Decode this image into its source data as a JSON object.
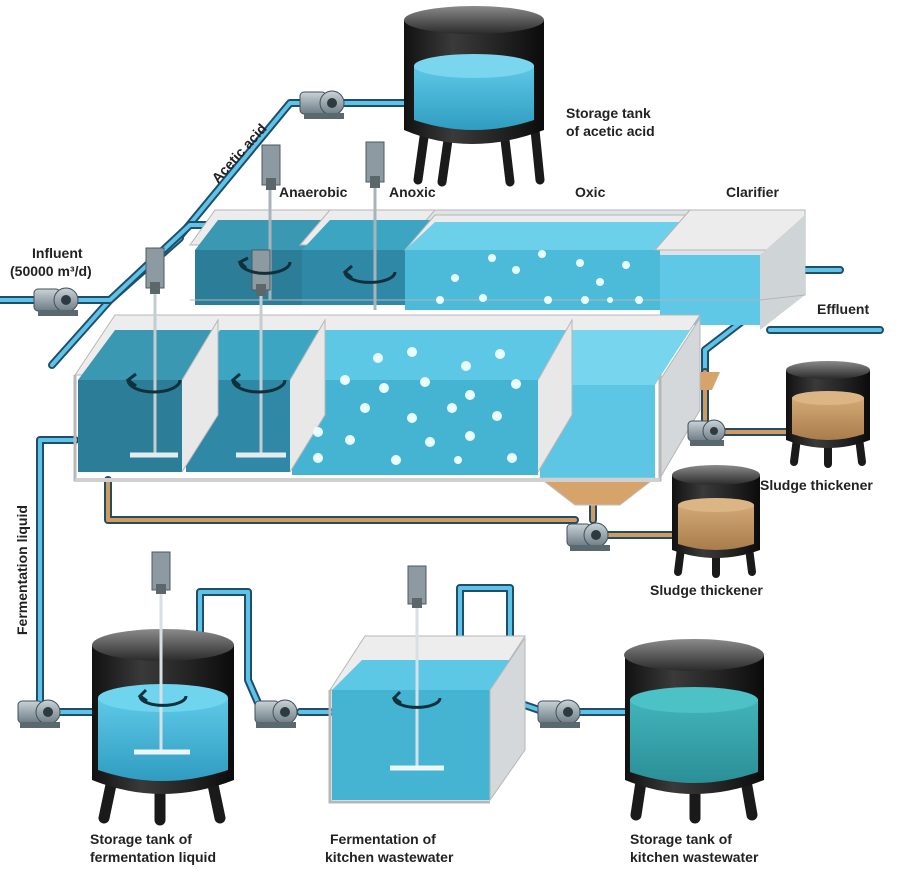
{
  "labels": {
    "storage_acetic": [
      "Storage tank",
      "of acetic acid"
    ],
    "acetic_acid": "Acetic acid",
    "influent": [
      "Influent",
      "(50000 m³/d)"
    ],
    "anaerobic": "Anaerobic",
    "anoxic": "Anoxic",
    "oxic": "Oxic",
    "clarifier": "Clarifier",
    "effluent": "Effluent",
    "sludge_thickener_1": "Sludge thickener",
    "sludge_thickener_2": "Sludge thickener",
    "fermentation_liquid": "Fermentation liquid",
    "storage_fermentation": [
      "Storage tank of",
      "fermentation liquid"
    ],
    "fermentation_kitchen": [
      "Fermentation of",
      "kitchen wastewater"
    ],
    "storage_kitchen": [
      "Storage tank of",
      "kitchen wastewater"
    ]
  },
  "colors": {
    "water_dark": "#2e7d99",
    "water_mid": "#45b4d3",
    "water_light": "#5cc8e6",
    "pipe_water": "#5ec3e6",
    "pipe_sludge": "#d49a5a",
    "sludge": "#c79a63",
    "tank_dark": "#1c1c1c",
    "basin_wall": "#e6e6e6"
  },
  "icons": {
    "pump": "pump-icon",
    "mixer": "mixer-icon",
    "rotation": "rotation-arrows-icon"
  }
}
